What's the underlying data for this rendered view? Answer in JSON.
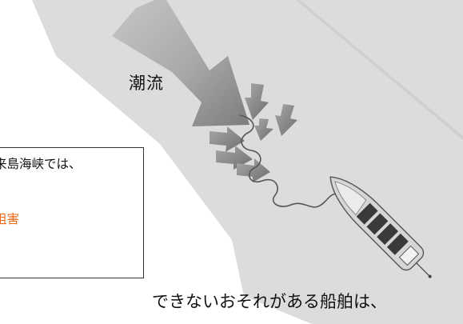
{
  "diagram": {
    "current_label": "潮流",
    "info_box": {
      "line1": "来島海峡では、",
      "line2": "阻害"
    },
    "bottom_text": "できないおそれがある船舶は、"
  },
  "colors": {
    "channel": "#dcdcdc",
    "arrow_large": "#9a9a9a",
    "arrow_small": "#8a8a8a",
    "highlight": "#ee6a10",
    "ship_hull": "#d6d6d6",
    "cargo_hatch": "#3a3a3a",
    "tow_line": "#555555"
  },
  "icons": {
    "current_arrows": "current-arrow-icon",
    "ship": "ship-icon",
    "tow_line": "wavy-line-icon"
  }
}
